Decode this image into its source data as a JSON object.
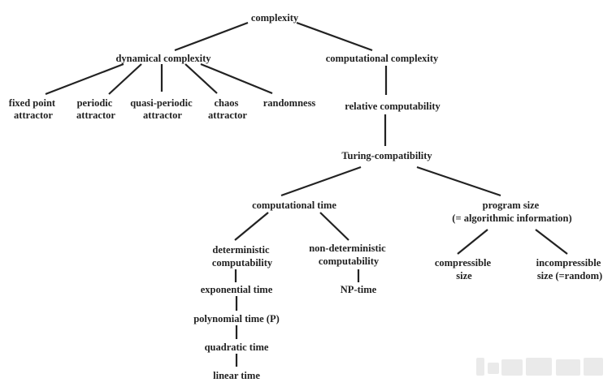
{
  "colors": {
    "text": "#222222",
    "line": "#222222",
    "background": "#ffffff"
  },
  "nodes": {
    "complexity": [
      "complexity"
    ],
    "dynamical": [
      "dynamical complexity"
    ],
    "computational": [
      "computational complexity"
    ],
    "fixed_point": [
      "fixed point",
      "attractor"
    ],
    "periodic": [
      "periodic",
      "attractor"
    ],
    "quasi_periodic": [
      "quasi-periodic",
      "attractor"
    ],
    "chaos": [
      "chaos",
      "attractor"
    ],
    "randomness": [
      "randomness"
    ],
    "relative": [
      "relative computability"
    ],
    "turing": [
      "Turing-compatibility"
    ],
    "comp_time": [
      "computational time"
    ],
    "program_size": [
      "program size",
      "(= algorithmic information)"
    ],
    "deterministic": [
      "deterministic",
      "computability"
    ],
    "non_deterministic": [
      "non-deterministic",
      "computability"
    ],
    "compressible": [
      "compressible",
      "size"
    ],
    "incompressible": [
      "incompressible",
      "size (=random)"
    ],
    "exponential": [
      "exponential time"
    ],
    "np_time": [
      "NP-time"
    ],
    "polynomial": [
      "polynomial time (P)"
    ],
    "quadratic": [
      "quadratic time"
    ],
    "linear": [
      "linear time"
    ]
  }
}
